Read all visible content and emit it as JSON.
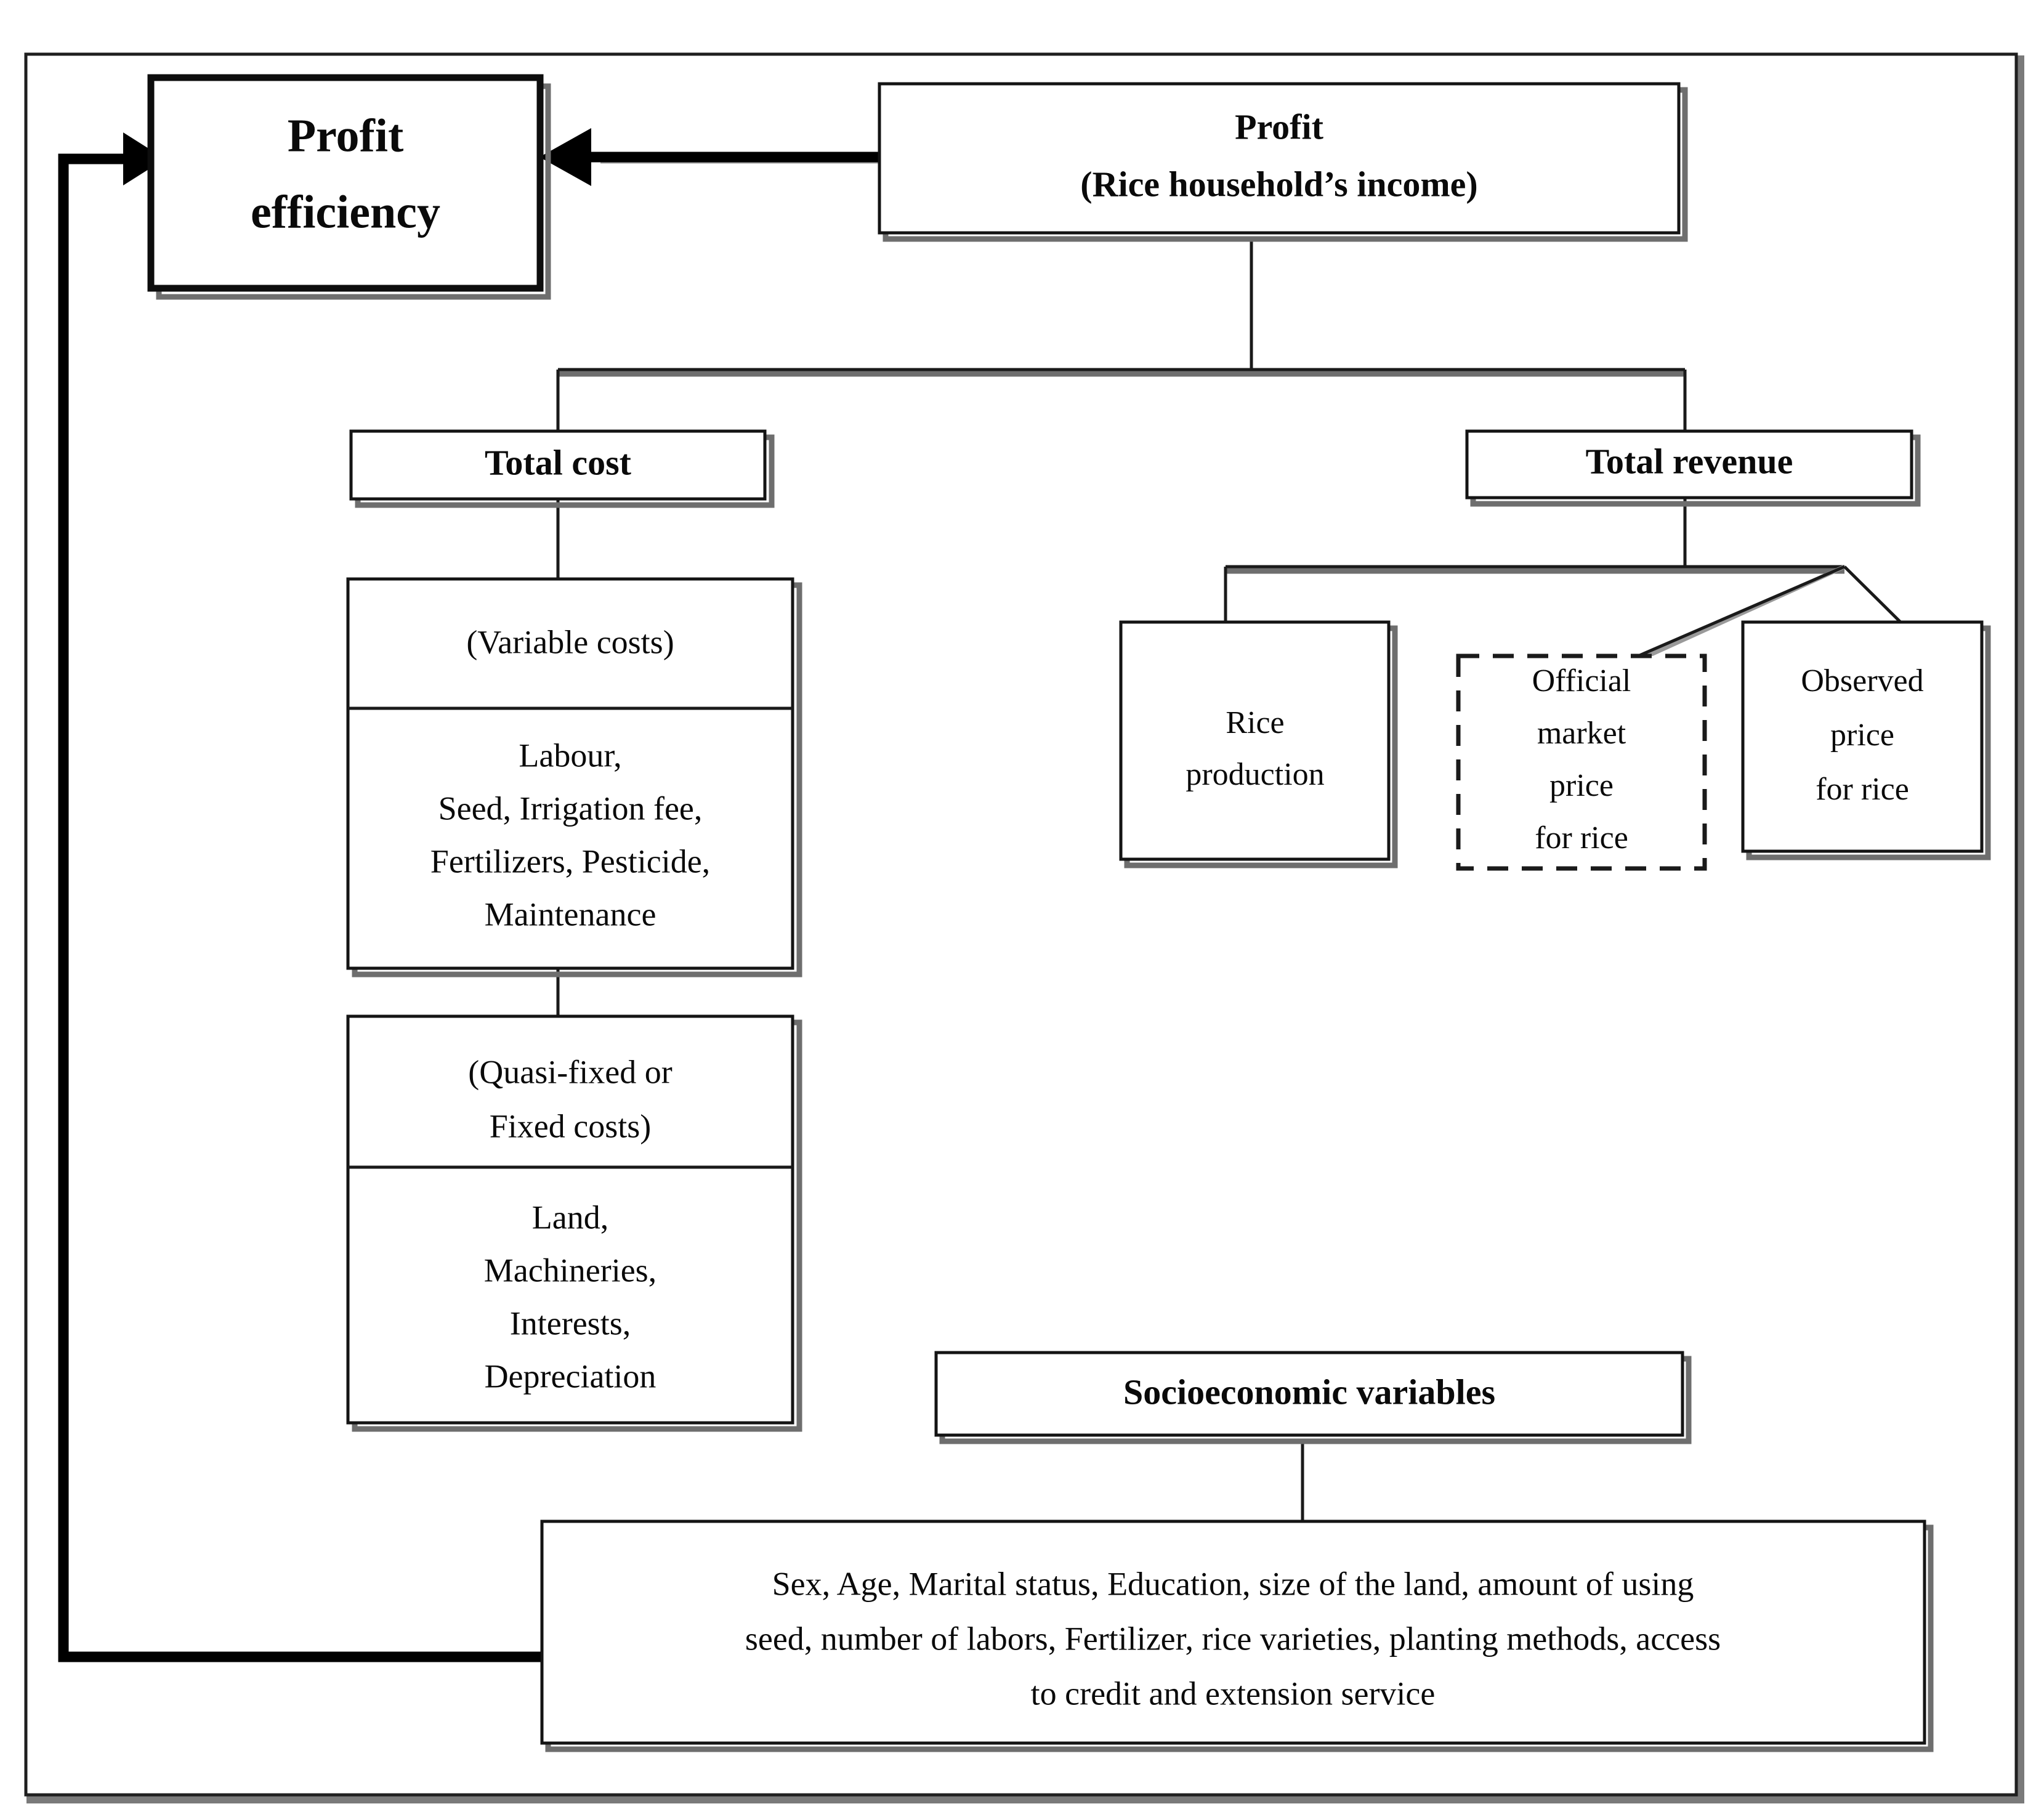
{
  "figure": {
    "title": "Conceptual framework of rice household profit efficiency",
    "background_color": "#ffffff",
    "line_color": "#1a1a1a",
    "text_color": "#0a0a0a",
    "shadow_color": "#6e6e6e"
  },
  "nodes": {
    "profit_efficiency": {
      "label_line1": "Profit",
      "label_line2": "efficiency",
      "style": "thick-bordered-bold"
    },
    "profit": {
      "label_line1": "Profit",
      "label_line2": "(Rice household’s income)",
      "style": "bold"
    },
    "total_cost": {
      "label": "Total cost",
      "style": "bold"
    },
    "total_revenue": {
      "label": "Total revenue",
      "style": "bold"
    },
    "variable_costs": {
      "header": "(Variable costs)",
      "items_line1": "Labour,",
      "items_line2": "Seed, Irrigation fee,",
      "items_line3": "Fertilizers, Pesticide,",
      "items_line4": "Maintenance"
    },
    "fixed_costs": {
      "header_line1": "(Quasi-fixed or",
      "header_line2": "Fixed costs)",
      "items_line1": "Land,",
      "items_line2": "Machineries,",
      "items_line3": "Interests,",
      "items_line4": "Depreciation"
    },
    "rice_production": {
      "label_line1": "Rice",
      "label_line2": "production"
    },
    "official_price": {
      "label_line1": "Official",
      "label_line2": "market",
      "label_line3": "price",
      "label_line4": "for rice",
      "style": "dashed-border"
    },
    "observed_price": {
      "label_line1": "Observed",
      "label_line2": "price",
      "label_line3": "for rice"
    },
    "socioeconomic_variables": {
      "label": "Socioeconomic variables",
      "style": "bold"
    },
    "socioeconomic_list": {
      "line1": "Sex, Age, Marital status, Education, size of the land, amount of using",
      "line2": "seed, number of labors, Fertilizer, rice varieties, planting methods, access",
      "line3": "to credit and extension service"
    }
  },
  "edges": [
    {
      "name": "profit-to-profit-efficiency",
      "from": "profit",
      "to": "profit_efficiency",
      "arrow": true,
      "style": "heavy"
    },
    {
      "name": "profit-to-total-cost",
      "from": "profit",
      "to": "total_cost",
      "arrow": false,
      "style": "plain"
    },
    {
      "name": "profit-to-total-revenue",
      "from": "profit",
      "to": "total_revenue",
      "arrow": false,
      "style": "plain"
    },
    {
      "name": "total-cost-to-variable-costs",
      "from": "total_cost",
      "to": "variable_costs",
      "arrow": false,
      "style": "plain"
    },
    {
      "name": "variable-costs-to-fixed-costs",
      "from": "variable_costs",
      "to": "fixed_costs",
      "arrow": false,
      "style": "plain"
    },
    {
      "name": "total-revenue-to-rice-production",
      "from": "total_revenue",
      "to": "rice_production",
      "arrow": false,
      "style": "plain"
    },
    {
      "name": "total-revenue-to-official-price",
      "from": "total_revenue",
      "to": "official_price",
      "arrow": false,
      "style": "diagonal"
    },
    {
      "name": "total-revenue-to-observed-price",
      "from": "total_revenue",
      "to": "observed_price",
      "arrow": false,
      "style": "diagonal"
    },
    {
      "name": "socioeconomic-variables-to-list",
      "from": "socioeconomic_variables",
      "to": "socioeconomic_list",
      "arrow": false,
      "style": "plain"
    },
    {
      "name": "socioeconomic-list-to-profit-efficiency",
      "from": "socioeconomic_list",
      "to": "profit_efficiency",
      "arrow": true,
      "style": "feedback"
    }
  ]
}
